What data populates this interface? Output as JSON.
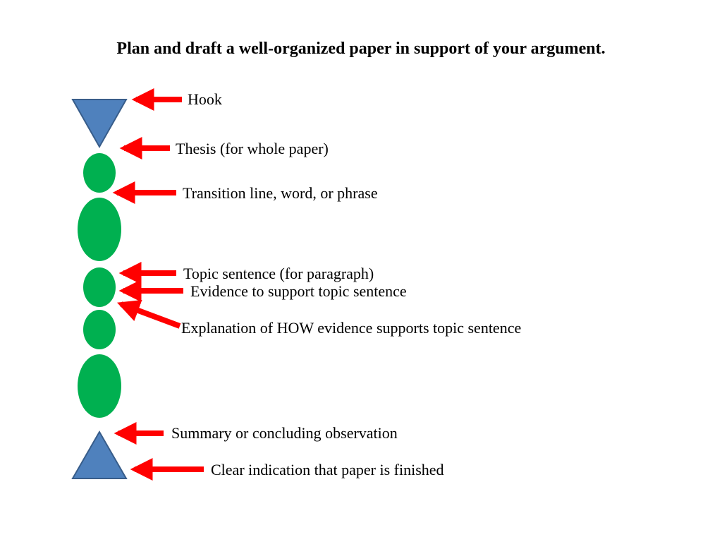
{
  "title": "Plan and draft a well-organized paper in support of your argument.",
  "colors": {
    "triangle_fill": "#4f81bd",
    "triangle_stroke": "#385d8a",
    "oval_fill": "#00b050",
    "arrow": "#ff0000"
  },
  "labels": {
    "hook": "Hook",
    "thesis": "Thesis (for whole paper)",
    "transition": "Transition line, word, or phrase",
    "topic": "Topic sentence (for paragraph)",
    "evidence": "Evidence to support topic sentence",
    "explanation": "Explanation of HOW evidence supports topic sentence",
    "summary": "Summary or concluding observation",
    "finished": "Clear indication that paper is finished"
  }
}
